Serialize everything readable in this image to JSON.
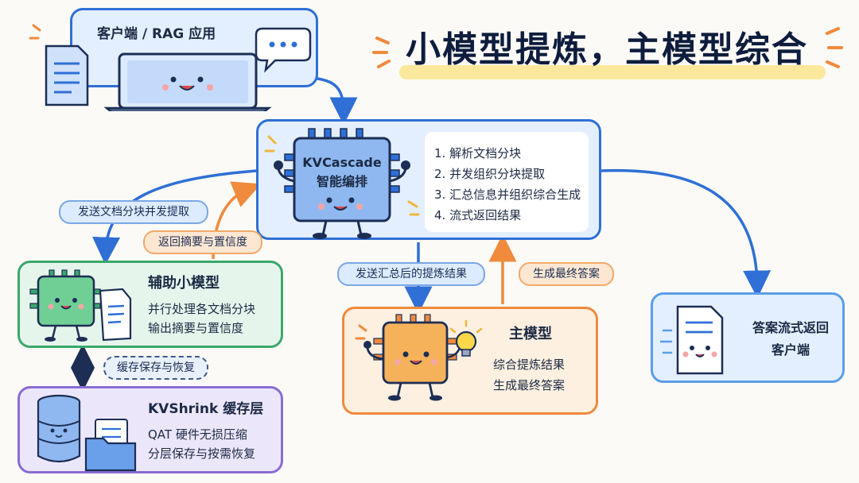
{
  "title": "小模型提炼，主模型综合",
  "client": {
    "label": "客户端 / RAG 应用"
  },
  "cascade": {
    "chip_line1": "KVCascade",
    "chip_line2": "智能编排",
    "steps": [
      "1. 解析文档分块",
      "2. 并发组织分块提取",
      "3. 汇总信息并组织综合生成",
      "4. 流式返回结果"
    ]
  },
  "helper": {
    "name": "辅助小模型",
    "line1": "并行处理各文档分块",
    "line2": "输出摘要与置信度"
  },
  "shrink": {
    "name": "KVShrink 缓存层",
    "line1": "QAT 硬件无损压缩",
    "line2": "分层保存与按需恢复"
  },
  "main": {
    "name": "主模型",
    "line1": "综合提炼结果",
    "line2": "生成最终答案"
  },
  "answer": {
    "line1": "答案流式返回",
    "line2": "客户端"
  },
  "arrows": {
    "send_chunks": "发送文档分块并发提取",
    "return_summary": "返回摘要与置信度",
    "cache": "缓存保存与恢复",
    "send_results": "发送汇总后的提炼结果",
    "final_answer": "生成最终答案"
  },
  "colors": {
    "blue": "#2f6fd6",
    "orange": "#f08a3c",
    "green": "#3aa86a",
    "purple": "#8a6cd2",
    "navy": "#0e1d3d"
  }
}
